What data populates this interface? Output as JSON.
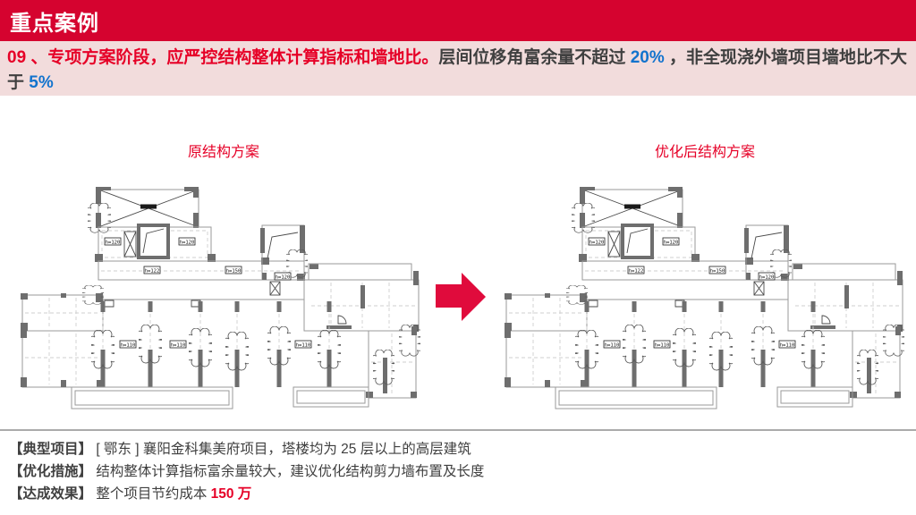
{
  "header": {
    "title": "重点案例"
  },
  "subtitle": {
    "seg_red": "09 、专项方案阶段，应严控结构整体计算指标和墙地比。",
    "seg_dark1": "层间位移角富余量不超过 ",
    "seg_blue1": "20%",
    "seg_dark2": " ，非全现浇外墙项目墙地比不大于 ",
    "seg_blue2": "5%"
  },
  "plans": {
    "left_title": "原结构方案",
    "right_title": "优化后结构方案",
    "annotations": [
      "h=120",
      "h=120",
      "h=122",
      "h=150",
      "h=120",
      "h=110",
      "h=110",
      "h=110"
    ]
  },
  "details": {
    "rows": [
      {
        "label": "【典型项目】",
        "text": " [ 鄂东 ] 襄阳金科集美府项目，塔楼均为 25 层以上的高层建筑"
      },
      {
        "label": "【优化措施】",
        "text": " 结构整体计算指标富余量较大，建议优化结构剪力墙布置及长度"
      },
      {
        "label": "【达成效果】",
        "text": " 整个项目节约成本 ",
        "highlight": "150 万"
      }
    ]
  },
  "colors": {
    "header_bg": "#d5032f",
    "band_bg": "#f2dcdc",
    "red_text": "#e60027",
    "blue_text": "#1273cd",
    "dark_text": "#3f3f3f",
    "arrow": "#e00b3c",
    "divider": "#ababab",
    "wall_gray": "#6e6e6e"
  }
}
